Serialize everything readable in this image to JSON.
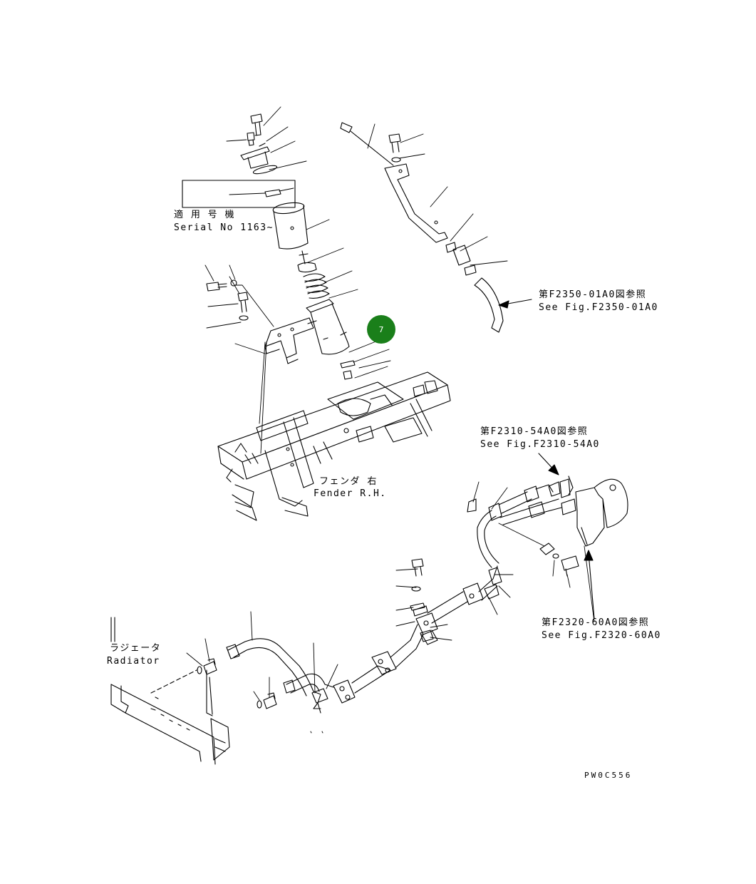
{
  "labels": {
    "serial_jp": "適 用 号 機",
    "serial_en": "Serial No 1163~",
    "ref_f2350_jp": "第F2350-01A0図参照",
    "ref_f2350_en": "See Fig.F2350-01A0",
    "ref_f2310_jp": "第F2310-54A0図参照",
    "ref_f2310_en": "See Fig.F2310-54A0",
    "fender_jp": "フェンダ 右",
    "fender_en": "Fender R.H.",
    "radiator_jp": "ラジェータ",
    "radiator_en": "Radiator",
    "ref_f2320_jp": "第F2320-60A0図参照",
    "ref_f2320_en": "See Fig.F2320-60A0",
    "drawing_code": "PW0C556"
  },
  "marker": {
    "label": "7",
    "color": "#1a7f1a"
  },
  "colors": {
    "line": "#000000",
    "background": "#ffffff"
  }
}
